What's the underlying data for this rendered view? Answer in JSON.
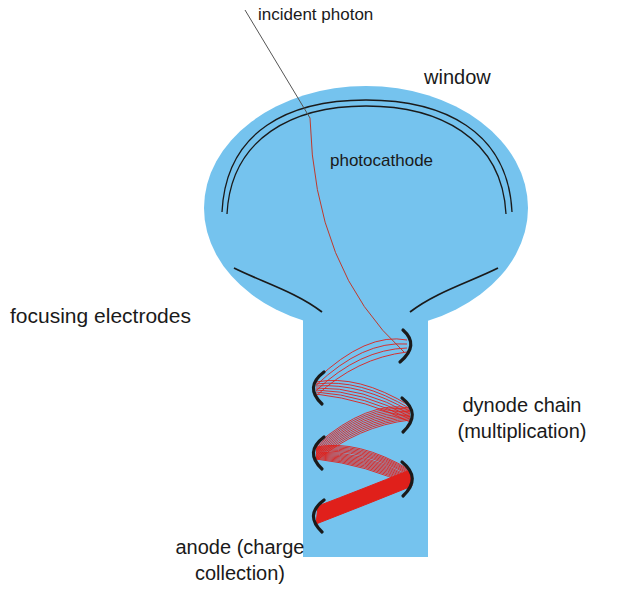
{
  "diagram": {
    "labels": [
      "incident photon",
      "window",
      "photocathode",
      "focusing electrodes",
      "dynode chain (multiplication)",
      "anode (charge collection)"
    ]
  }
}
